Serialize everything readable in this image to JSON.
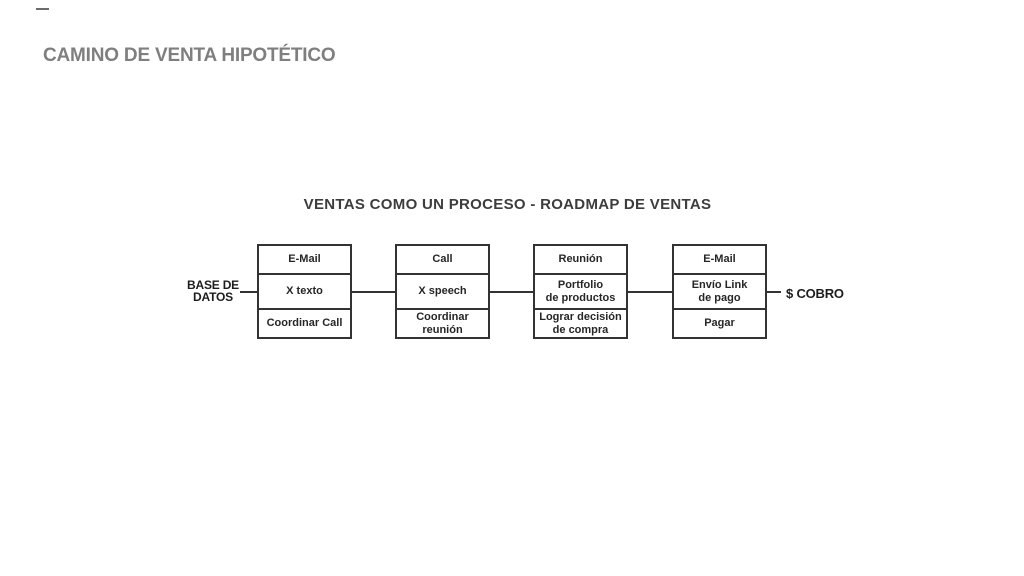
{
  "slide": {
    "title": "CAMINO DE VENTA HIPOTÉTICO"
  },
  "diagram": {
    "heading": "VENTAS COMO UN PROCESO - ROADMAP DE VENTAS",
    "start_label": {
      "line1": "BASE DE",
      "line2": "DATOS"
    },
    "end_label": "$ COBRO",
    "boxes": [
      {
        "rows": [
          "E-Mail",
          "X texto",
          "Coordinar Call"
        ]
      },
      {
        "rows": [
          "Call",
          "X speech",
          "Coordinar\nreunión"
        ]
      },
      {
        "rows": [
          "Reunión",
          "Portfolio\nde productos",
          "Lograr decisión\nde compra"
        ]
      },
      {
        "rows": [
          "E-Mail",
          "Envío Link\nde pago",
          "Pagar"
        ]
      }
    ]
  },
  "colors": {
    "title_text": "#7f7f7f",
    "heading_text": "#3d3d3d",
    "line": "#333333",
    "box_text": "#262626",
    "label_text": "#1d1d1d",
    "background": "#ffffff"
  }
}
